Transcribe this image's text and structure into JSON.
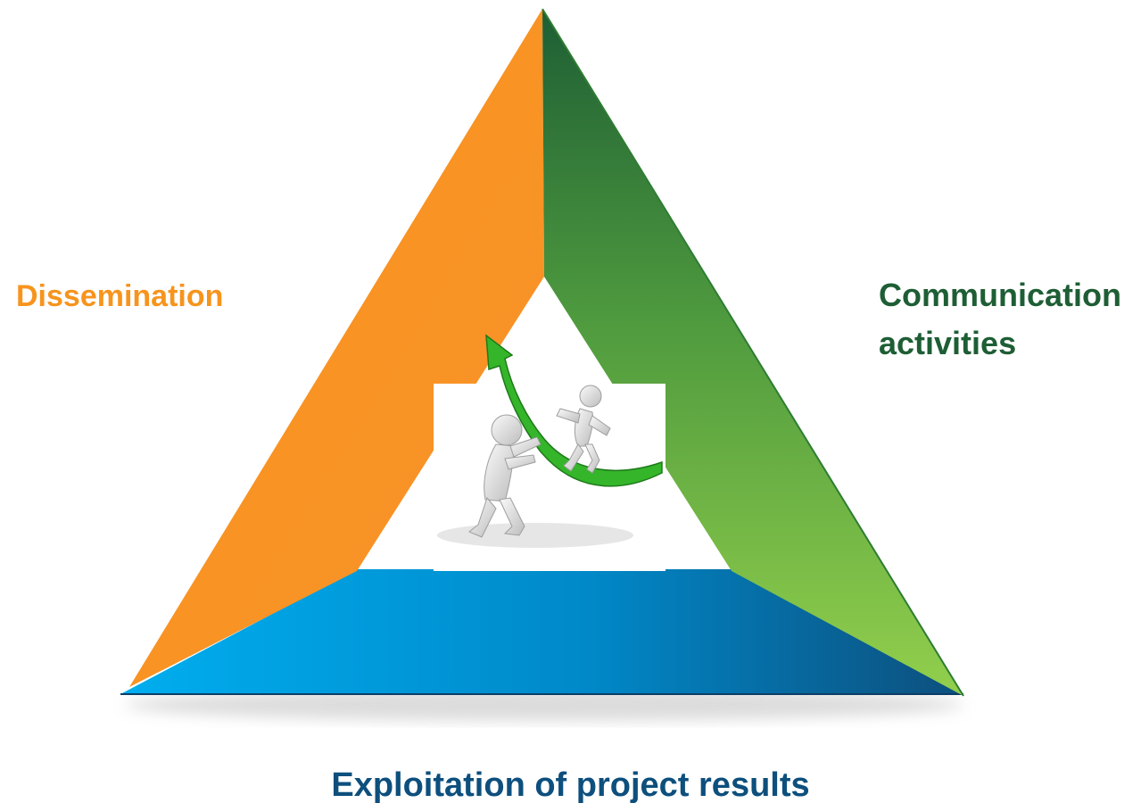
{
  "labels": {
    "dissemination": "Dissemination",
    "communication_line1": "Communication",
    "communication_line2": "activities",
    "exploitation": "Exploitation of project results"
  },
  "colors": {
    "dissemination": "#F7941D",
    "communication_dark": "#1E5E35",
    "communication_light": "#8DC63F",
    "exploitation_dark": "#0D4F7D",
    "exploitation_light": "#00AEEF",
    "arrow": "#3DBE2A",
    "figure": "#E6E6E6"
  },
  "icons": {
    "center_illustration": "people-climbing-growth-arrow-icon"
  }
}
